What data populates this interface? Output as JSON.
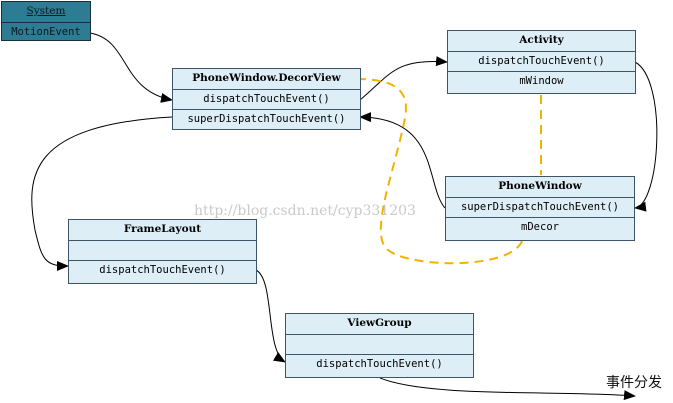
{
  "system": {
    "title": "System",
    "event": "MotionEvent"
  },
  "decor_view": {
    "title": "PhoneWindow.DecorView",
    "method_dispatch": "dispatchTouchEvent()",
    "method_super": "superDispatchTouchEvent()"
  },
  "activity": {
    "title": "Activity",
    "method_dispatch": "dispatchTouchEvent()",
    "field_window": "mWindow"
  },
  "phone_window": {
    "title": "PhoneWindow",
    "method_super": "superDispatchTouchEvent()",
    "field_decor": "mDecor"
  },
  "frame_layout": {
    "title": "FrameLayout",
    "blank": "",
    "method_dispatch": "dispatchTouchEvent()"
  },
  "view_group": {
    "title": "ViewGroup",
    "blank": "",
    "method_dispatch": "dispatchTouchEvent()"
  },
  "caption": "事件分发",
  "watermark": "http://blog.csdn.net/cyp331203",
  "colors": {
    "box_fill": "#ddeef7",
    "box_border": "#3d5566",
    "system_fill": "#2d7c93",
    "arrow": "#000000",
    "dashed_link": "#f0b400"
  }
}
